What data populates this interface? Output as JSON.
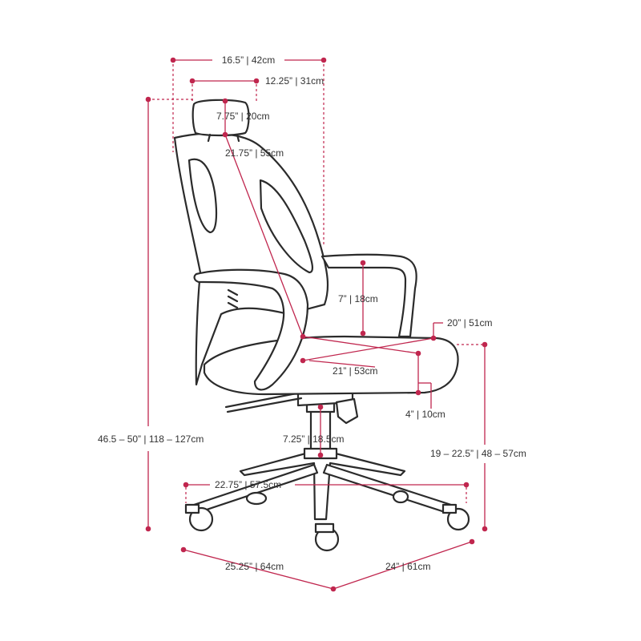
{
  "accent_color": "#c0264e",
  "outline_color": "#2b2b2b",
  "dimensions": {
    "overall_width": "16.5” | 42cm",
    "headrest_width": "12.25” | 31cm",
    "headrest_height": "7.75” | 20cm",
    "backrest_height": "21.75” | 55cm",
    "overall_height": "46.5 – 50” | 118 – 127cm",
    "armrest_height": "7” | 18cm",
    "seat_width": "20” | 51cm",
    "seat_depth": "21” | 53cm",
    "seat_thickness": "4” | 10cm",
    "gas_lift": "7.25” | 18.5cm",
    "seat_height": "19 – 22.5” | 48 – 57cm",
    "base_diameter": "22.75” | 57.5cm",
    "base_depth": "25.25” | 64cm",
    "base_width": "24” | 61cm"
  }
}
